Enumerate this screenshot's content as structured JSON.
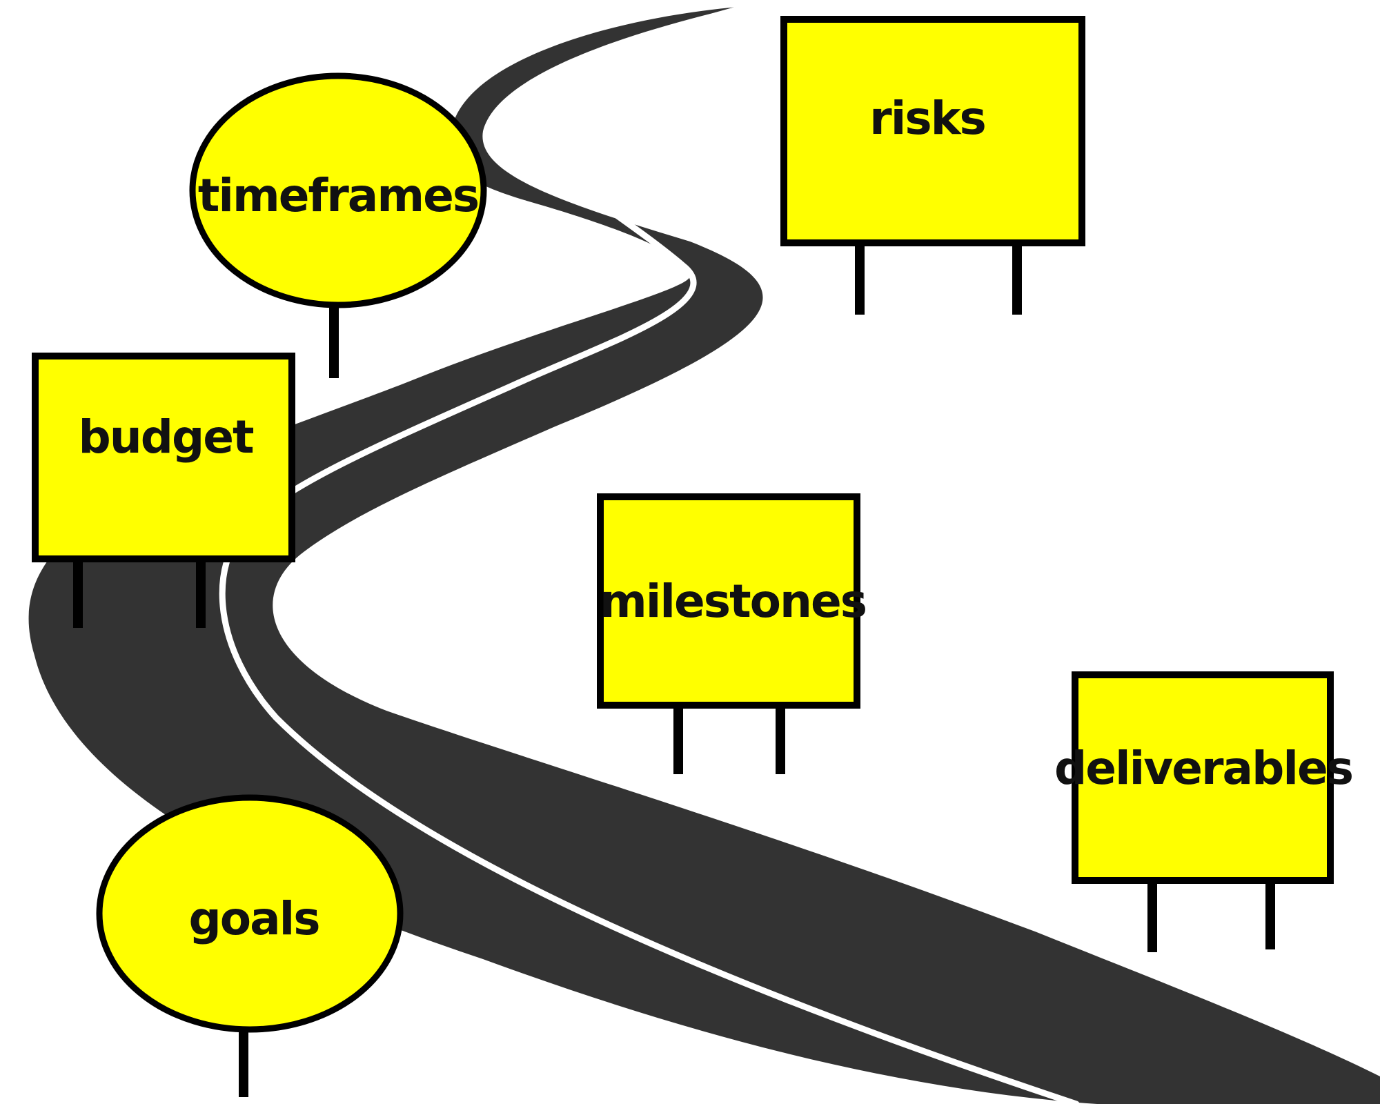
{
  "colors": {
    "background": "#ffffff",
    "road": "#333333",
    "lane_line": "#ffffff",
    "sign_fill": "#ffff00",
    "sign_stroke": "#000000",
    "text": "#111111"
  },
  "signs": {
    "timeframes": {
      "shape": "ellipse",
      "label": "timeframes"
    },
    "risks": {
      "shape": "rectangle",
      "label": "risks"
    },
    "budget": {
      "shape": "rectangle",
      "label": "budget"
    },
    "milestones": {
      "shape": "rectangle",
      "label": "milestones"
    },
    "deliverables": {
      "shape": "rectangle",
      "label": "deliverables"
    },
    "goals": {
      "shape": "ellipse",
      "label": "goals"
    }
  }
}
